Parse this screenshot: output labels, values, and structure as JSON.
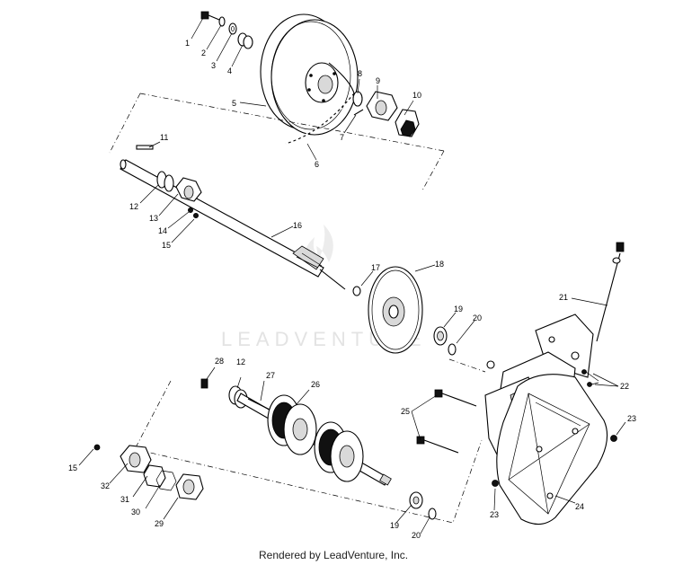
{
  "watermark": {
    "text": "LEADVENTURE"
  },
  "footer": {
    "text": "Rendered by LeadVenture, Inc."
  },
  "callouts": {
    "c1": "1",
    "c2": "2",
    "c3": "3",
    "c4": "4",
    "c5": "5",
    "c6": "6",
    "c7": "7",
    "c8": "8",
    "c9": "9",
    "c10": "10",
    "c11": "11",
    "c12a": "12",
    "c13": "13",
    "c14": "14",
    "c15a": "15",
    "c16": "16",
    "c17": "17",
    "c18": "18",
    "c19a": "19",
    "c20a": "20",
    "c21": "21",
    "c22": "22",
    "c23a": "23",
    "c24": "24",
    "c25": "25",
    "c26": "26",
    "c27": "27",
    "c28": "28",
    "c12b": "12",
    "c15b": "15",
    "c32": "32",
    "c31": "31",
    "c30": "30",
    "c29": "29",
    "c19b": "19",
    "c20b": "20",
    "c23b": "23"
  }
}
